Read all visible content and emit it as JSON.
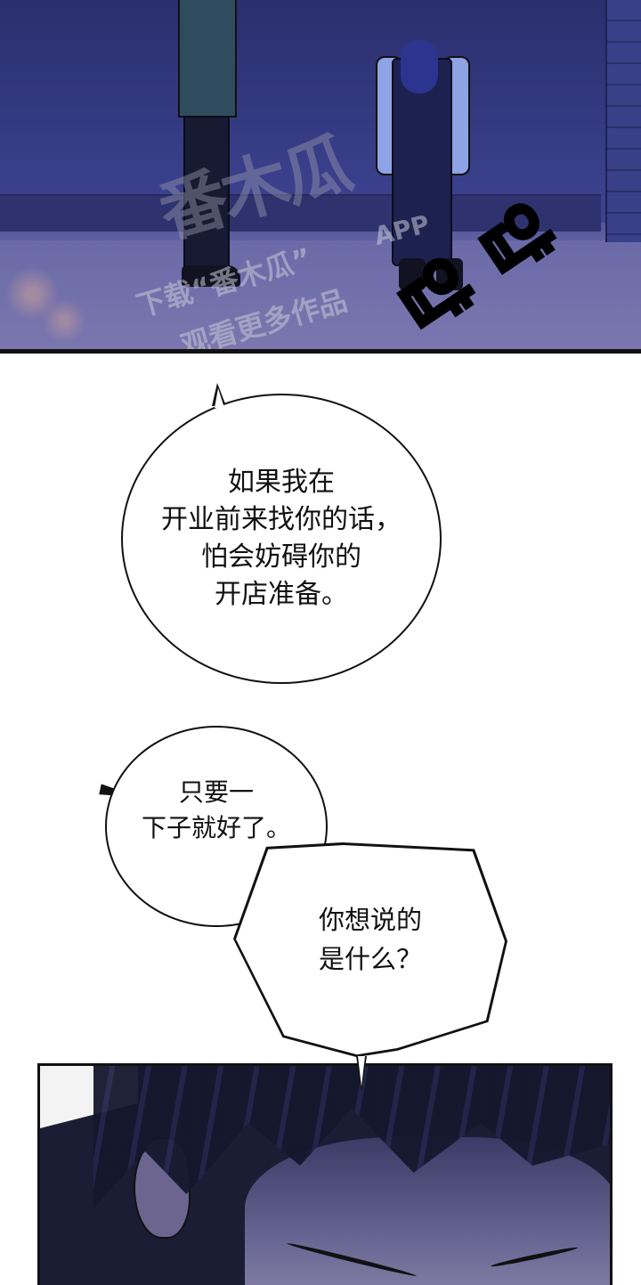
{
  "comic": {
    "panels": [
      {
        "id": "top",
        "description": "Night street scene: one man standing, another bowing deeply",
        "watermark": {
          "logo_text": "番木瓜",
          "line1": "下载“番木瓜”",
          "app": "APP",
          "line2": "观看更多作品"
        },
        "sfx": "얍얍"
      },
      {
        "id": "bottom",
        "description": "Close-up of a dark-haired character with eyes closed"
      }
    ],
    "bubbles": [
      {
        "id": "bubble-1",
        "shape": "oval",
        "text": "如果我在\n开业前来找你的话，\n怕会妨碍你的\n开店准备。"
      },
      {
        "id": "bubble-2",
        "shape": "oval",
        "text": "只要一\n下子就好了。"
      },
      {
        "id": "bubble-3",
        "shape": "polygon",
        "text": "你想说的\n是什么？"
      }
    ]
  },
  "colors": {
    "night_blue": "#3a3f8a",
    "ground_lilac": "#7a74ad",
    "ink": "#111111",
    "paper": "#ffffff"
  }
}
